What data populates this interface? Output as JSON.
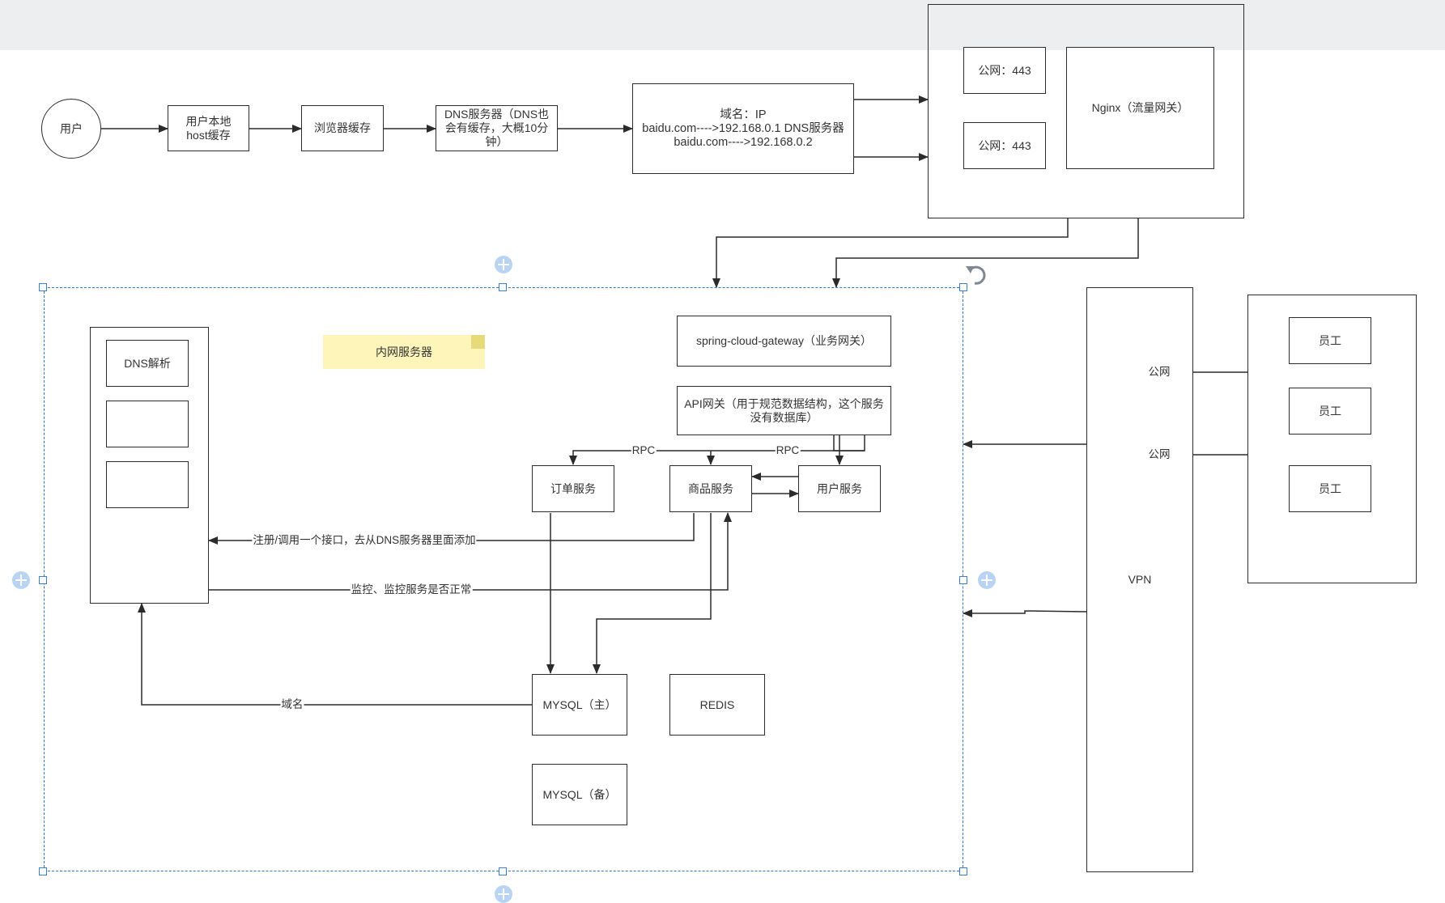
{
  "nodes": {
    "user": "用户",
    "host_cache": "用户本地\nhost缓存",
    "browser_cache": "浏览器缓存",
    "dns_server": "DNS服务器（DNS也会有缓存，大概10分钟）",
    "domain_ip": "域名：IP\nbaidu.com---->192.168.0.1 DNS服务器\nbaidu.com---->192.168.0.2",
    "public443_a": "公网：443",
    "public443_b": "公网：443",
    "nginx": "Nginx（流量网关）",
    "gateway": "spring-cloud-gateway（业务网关）",
    "api_gateway": "API网关（用于规范数据结构，这个服务没有数据库）",
    "order_service": "订单服务",
    "product_service": "商品服务",
    "user_service": "用户服务",
    "dns_resolve": "DNS解析",
    "mysql_master": "MYSQL（主）",
    "redis": "REDIS",
    "mysql_backup": "MYSQL（备）",
    "vpn": "VPN",
    "employee_1": "员工",
    "employee_2": "员工",
    "employee_3": "员工"
  },
  "note": "内网服务器",
  "edge_labels": {
    "rpc_left": "RPC",
    "rpc_right": "RPC",
    "register": "注册/调用一个接口，去从DNS服务器里面添加",
    "monitor": "监控、监控服务是否正常",
    "domain": "域名",
    "public_1": "公网",
    "public_2": "公网"
  },
  "colors": {
    "stroke": "#2b2b2b",
    "selection": "#2d76c9",
    "note_fill": "#fdf5b9",
    "top_band": "#eceef0"
  },
  "icons": [
    "rotate-handle-icon",
    "add-connection-icon"
  ]
}
